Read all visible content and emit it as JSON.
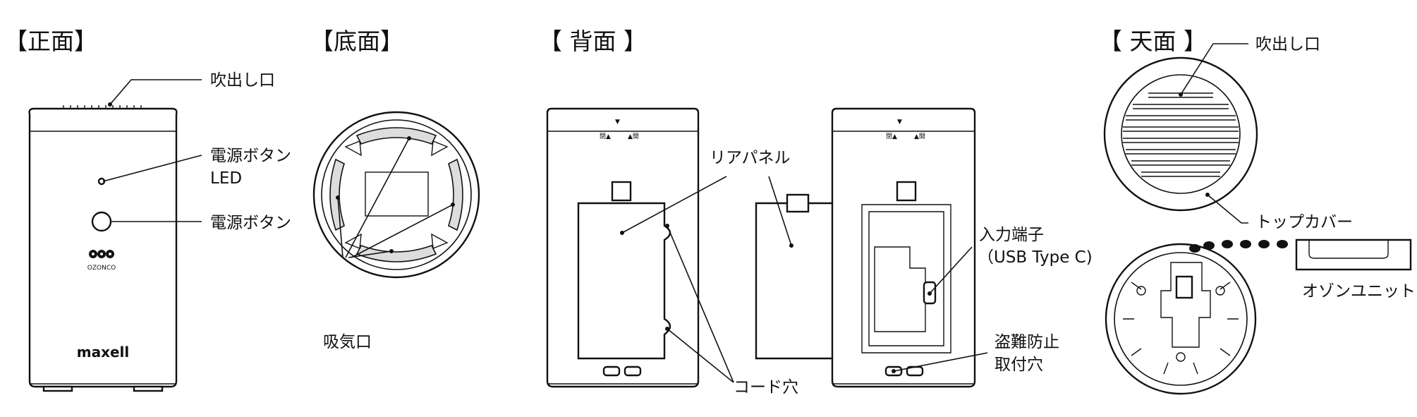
{
  "headings": {
    "front": "【正面】",
    "bottom": "【底面】",
    "back": "【 背面 】",
    "top": "【 天面 】"
  },
  "front": {
    "labels": {
      "outlet": "吹出し口",
      "power_led_line1": "電源ボタン",
      "power_led_line2": "LED",
      "power_button": "電源ボタン"
    },
    "logo_text": "OZONCO",
    "brand": "maxell"
  },
  "bottom": {
    "labels": {
      "intake": "吸気口"
    }
  },
  "back": {
    "labels": {
      "rear_panel": "リアパネル",
      "input_line1": "入力端子",
      "input_line2": "（USB Type C)",
      "antitheft_line1": "盗難防止",
      "antitheft_line2": "取付穴",
      "cord_hole": "コード穴"
    },
    "marks": {
      "arrow": "▼",
      "close": "閉▲",
      "open": "▲開"
    }
  },
  "top": {
    "labels": {
      "outlet": "吹出し口",
      "top_cover": "トップカバー",
      "ozone_unit": "オゾンユニット"
    }
  }
}
